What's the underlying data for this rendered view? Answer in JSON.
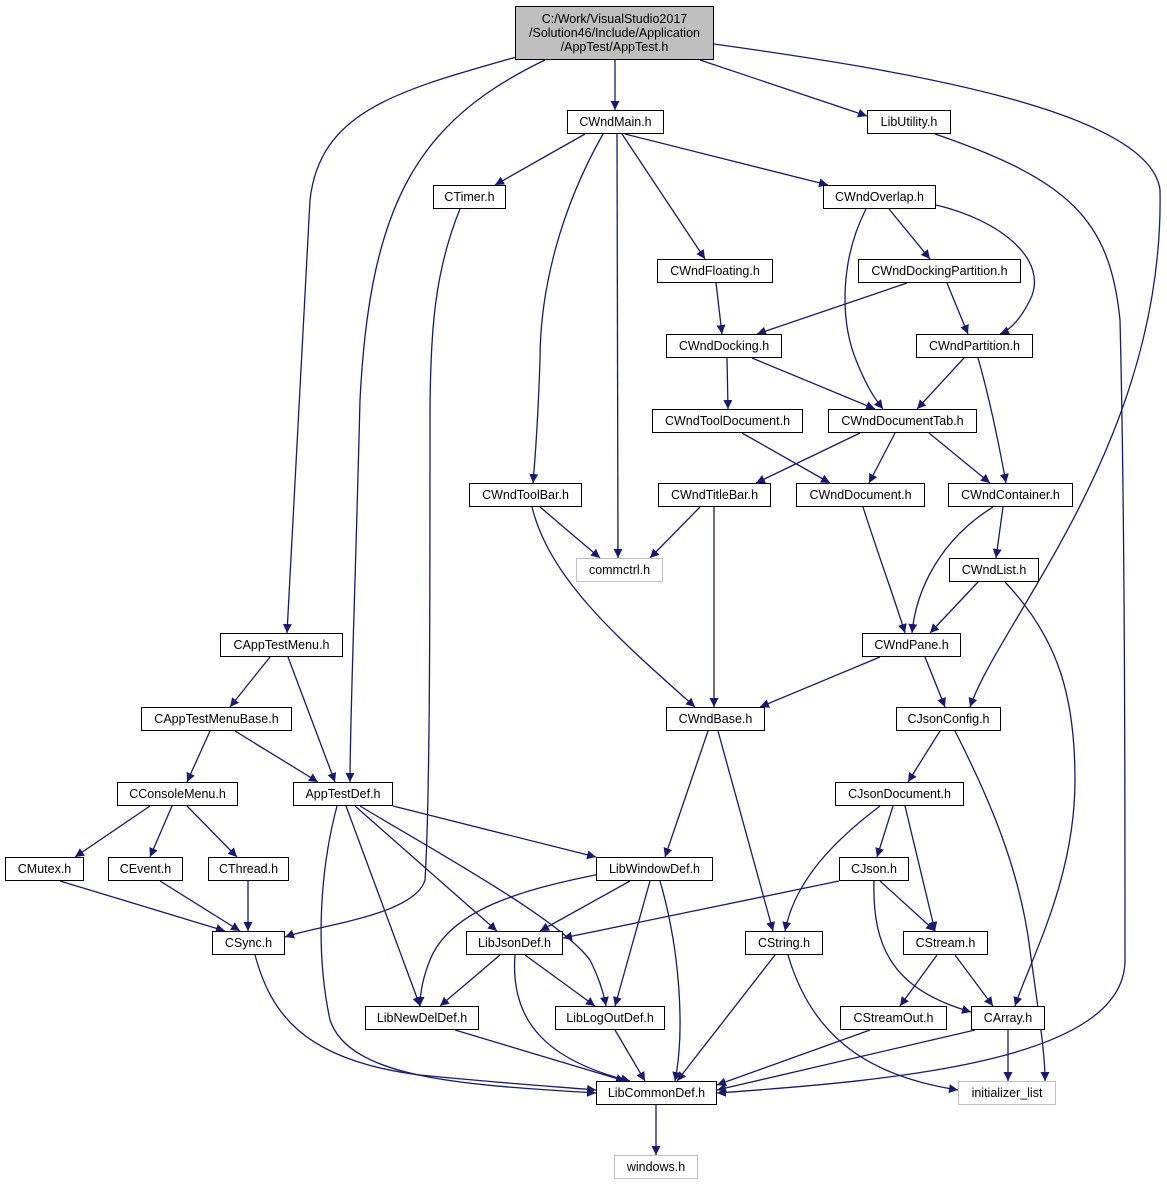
{
  "colors": {
    "edge": "#191970",
    "root_fill": "#bfbfbf",
    "node_border": "#000000",
    "external_border": "#bfbfbf"
  },
  "nodes": {
    "root": {
      "lines": [
        "C:/Work/VisualStudio2017",
        "/Solution46/Include/Application",
        "/AppTest/AppTest.h"
      ]
    },
    "cwndmain": "CWndMain.h",
    "libutility": "LibUtility.h",
    "ctimer": "CTimer.h",
    "cwndoverlap": "CWndOverlap.h",
    "cwndfloating": "CWndFloating.h",
    "cwnddockingpartition": "CWndDockingPartition.h",
    "cwnddocking": "CWndDocking.h",
    "cwndpartition": "CWndPartition.h",
    "cwndtooldocument": "CWndToolDocument.h",
    "cwnddocumenttab": "CWndDocumentTab.h",
    "cwndtoolbar": "CWndToolBar.h",
    "cwndtitlebar": "CWndTitleBar.h",
    "cwnddocument": "CWndDocument.h",
    "cwndcontainer": "CWndContainer.h",
    "commctrl": "commctrl.h",
    "cwndlist": "CWndList.h",
    "capptestmenu": "CAppTestMenu.h",
    "cwndpane": "CWndPane.h",
    "capptestmenubase": "CAppTestMenuBase.h",
    "cwndbase": "CWndBase.h",
    "cjsonconfig": "CJsonConfig.h",
    "cconsolemenu": "CConsoleMenu.h",
    "apptestdef": "AppTestDef.h",
    "cjsondocument": "CJsonDocument.h",
    "cmutex": "CMutex.h",
    "cevent": "CEvent.h",
    "cthread": "CThread.h",
    "libwindowdef": "LibWindowDef.h",
    "cjson": "CJson.h",
    "csync": "CSync.h",
    "libjsondef": "LibJsonDef.h",
    "cstring": "CString.h",
    "cstream": "CStream.h",
    "libnewdeldef": "LibNewDelDef.h",
    "liblogoutdef": "LibLogOutDef.h",
    "cstreamout": "CStreamOut.h",
    "carray": "CArray.h",
    "libcommondef": "LibCommonDef.h",
    "initializer_list": "initializer_list",
    "windows": "windows.h"
  }
}
